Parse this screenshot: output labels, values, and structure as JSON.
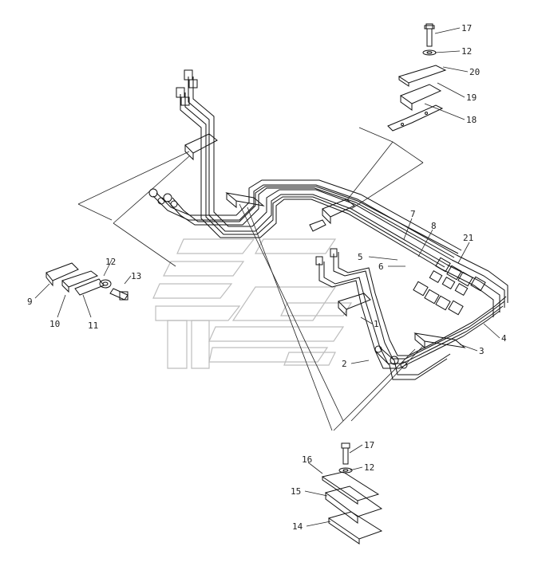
{
  "diagram": {
    "callouts": [
      {
        "id": "c17a",
        "text": "17"
      },
      {
        "id": "c12a",
        "text": "12"
      },
      {
        "id": "c20",
        "text": "20"
      },
      {
        "id": "c19",
        "text": "19"
      },
      {
        "id": "c18",
        "text": "18"
      },
      {
        "id": "c7",
        "text": "7"
      },
      {
        "id": "c8",
        "text": "8"
      },
      {
        "id": "c5",
        "text": "5"
      },
      {
        "id": "c6",
        "text": "6"
      },
      {
        "id": "c21",
        "text": "21"
      },
      {
        "id": "c1",
        "text": "1"
      },
      {
        "id": "c2",
        "text": "2"
      },
      {
        "id": "c3",
        "text": "3"
      },
      {
        "id": "c4",
        "text": "4"
      },
      {
        "id": "c9",
        "text": "9"
      },
      {
        "id": "c10",
        "text": "10"
      },
      {
        "id": "c11",
        "text": "11"
      },
      {
        "id": "c12b",
        "text": "12"
      },
      {
        "id": "c13",
        "text": "13"
      },
      {
        "id": "c16",
        "text": "16"
      },
      {
        "id": "c17b",
        "text": "17"
      },
      {
        "id": "c12c",
        "text": "12"
      },
      {
        "id": "c15",
        "text": "15"
      },
      {
        "id": "c14",
        "text": "14"
      }
    ]
  }
}
